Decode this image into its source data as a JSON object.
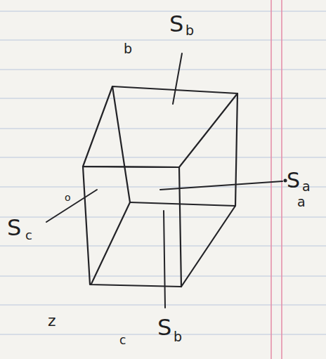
{
  "diagram": {
    "labels": [
      "b",
      "S",
      "b",
      "S",
      "a",
      "a",
      "o",
      "S",
      "c",
      "z",
      "c",
      "S",
      "b"
    ]
  }
}
